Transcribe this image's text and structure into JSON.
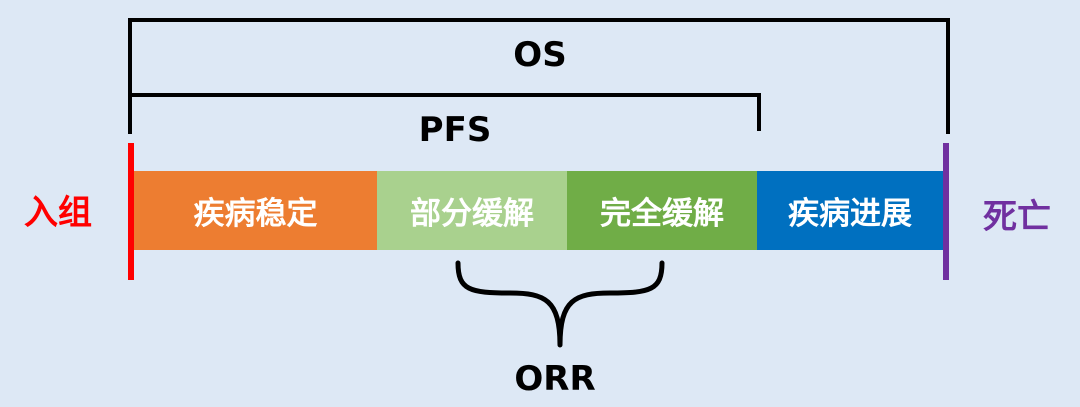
{
  "labels": {
    "os": "OS",
    "pfs": "PFS",
    "orr": "ORR",
    "enroll": "入组",
    "death": "死亡"
  },
  "phases": [
    {
      "label": "疾病稳定",
      "color": "#ed7d31"
    },
    {
      "label": "部分缓解",
      "color": "#a9d18e"
    },
    {
      "label": "完全缓解",
      "color": "#70ad47"
    },
    {
      "label": "疾病进展",
      "color": "#0070c0"
    }
  ],
  "colors": {
    "enroll_marker": "#ff0000",
    "death_marker": "#7030a0",
    "background": "#dde8f5",
    "enroll_text": "#ff0000",
    "death_text": "#7030a0"
  }
}
